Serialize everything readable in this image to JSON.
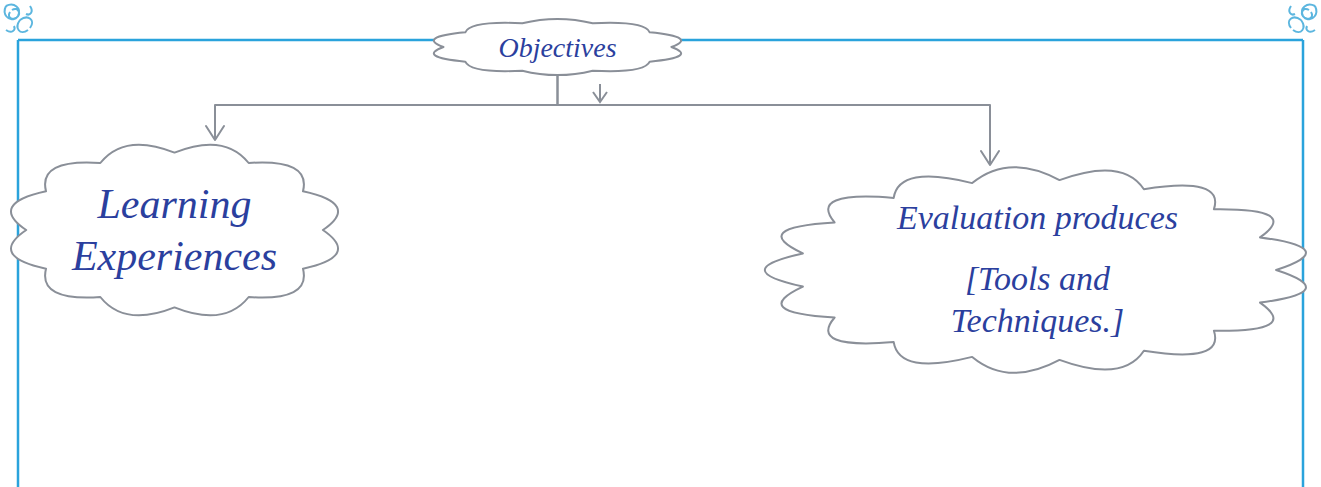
{
  "diagram": {
    "nodes": [
      {
        "text": [
          "Objectives"
        ]
      },
      {
        "text": [
          "Learning Experiences"
        ]
      },
      {
        "text": [
          "Evaluation produces",
          "[Tools and Techniques.]"
        ]
      }
    ],
    "edges": [
      {
        "from": 0,
        "to": 1,
        "arrow": "to"
      },
      {
        "from": 0,
        "to": 2,
        "arrow": "to"
      }
    ]
  }
}
